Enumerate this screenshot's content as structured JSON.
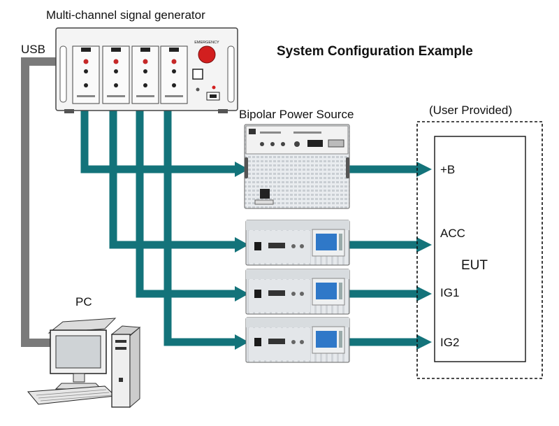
{
  "labels": {
    "generator": "Multi-channel signal generator",
    "usb": "USB",
    "title": "System Configuration Example",
    "bipolar": "Bipolar Power Source",
    "user_provided": "(User Provided)",
    "pc": "PC",
    "eut": "EUT",
    "plus_b": "+B",
    "acc": "ACC",
    "ig1": "IG1",
    "ig2": "IG2"
  },
  "generator_panel": {
    "emergency": "EMERGENCY"
  },
  "colors": {
    "signal_line": "#13737a",
    "usb_cable": "#7a7a7a",
    "emergency_button": "#d21f1f",
    "lcd_screen": "#2f78c8"
  }
}
